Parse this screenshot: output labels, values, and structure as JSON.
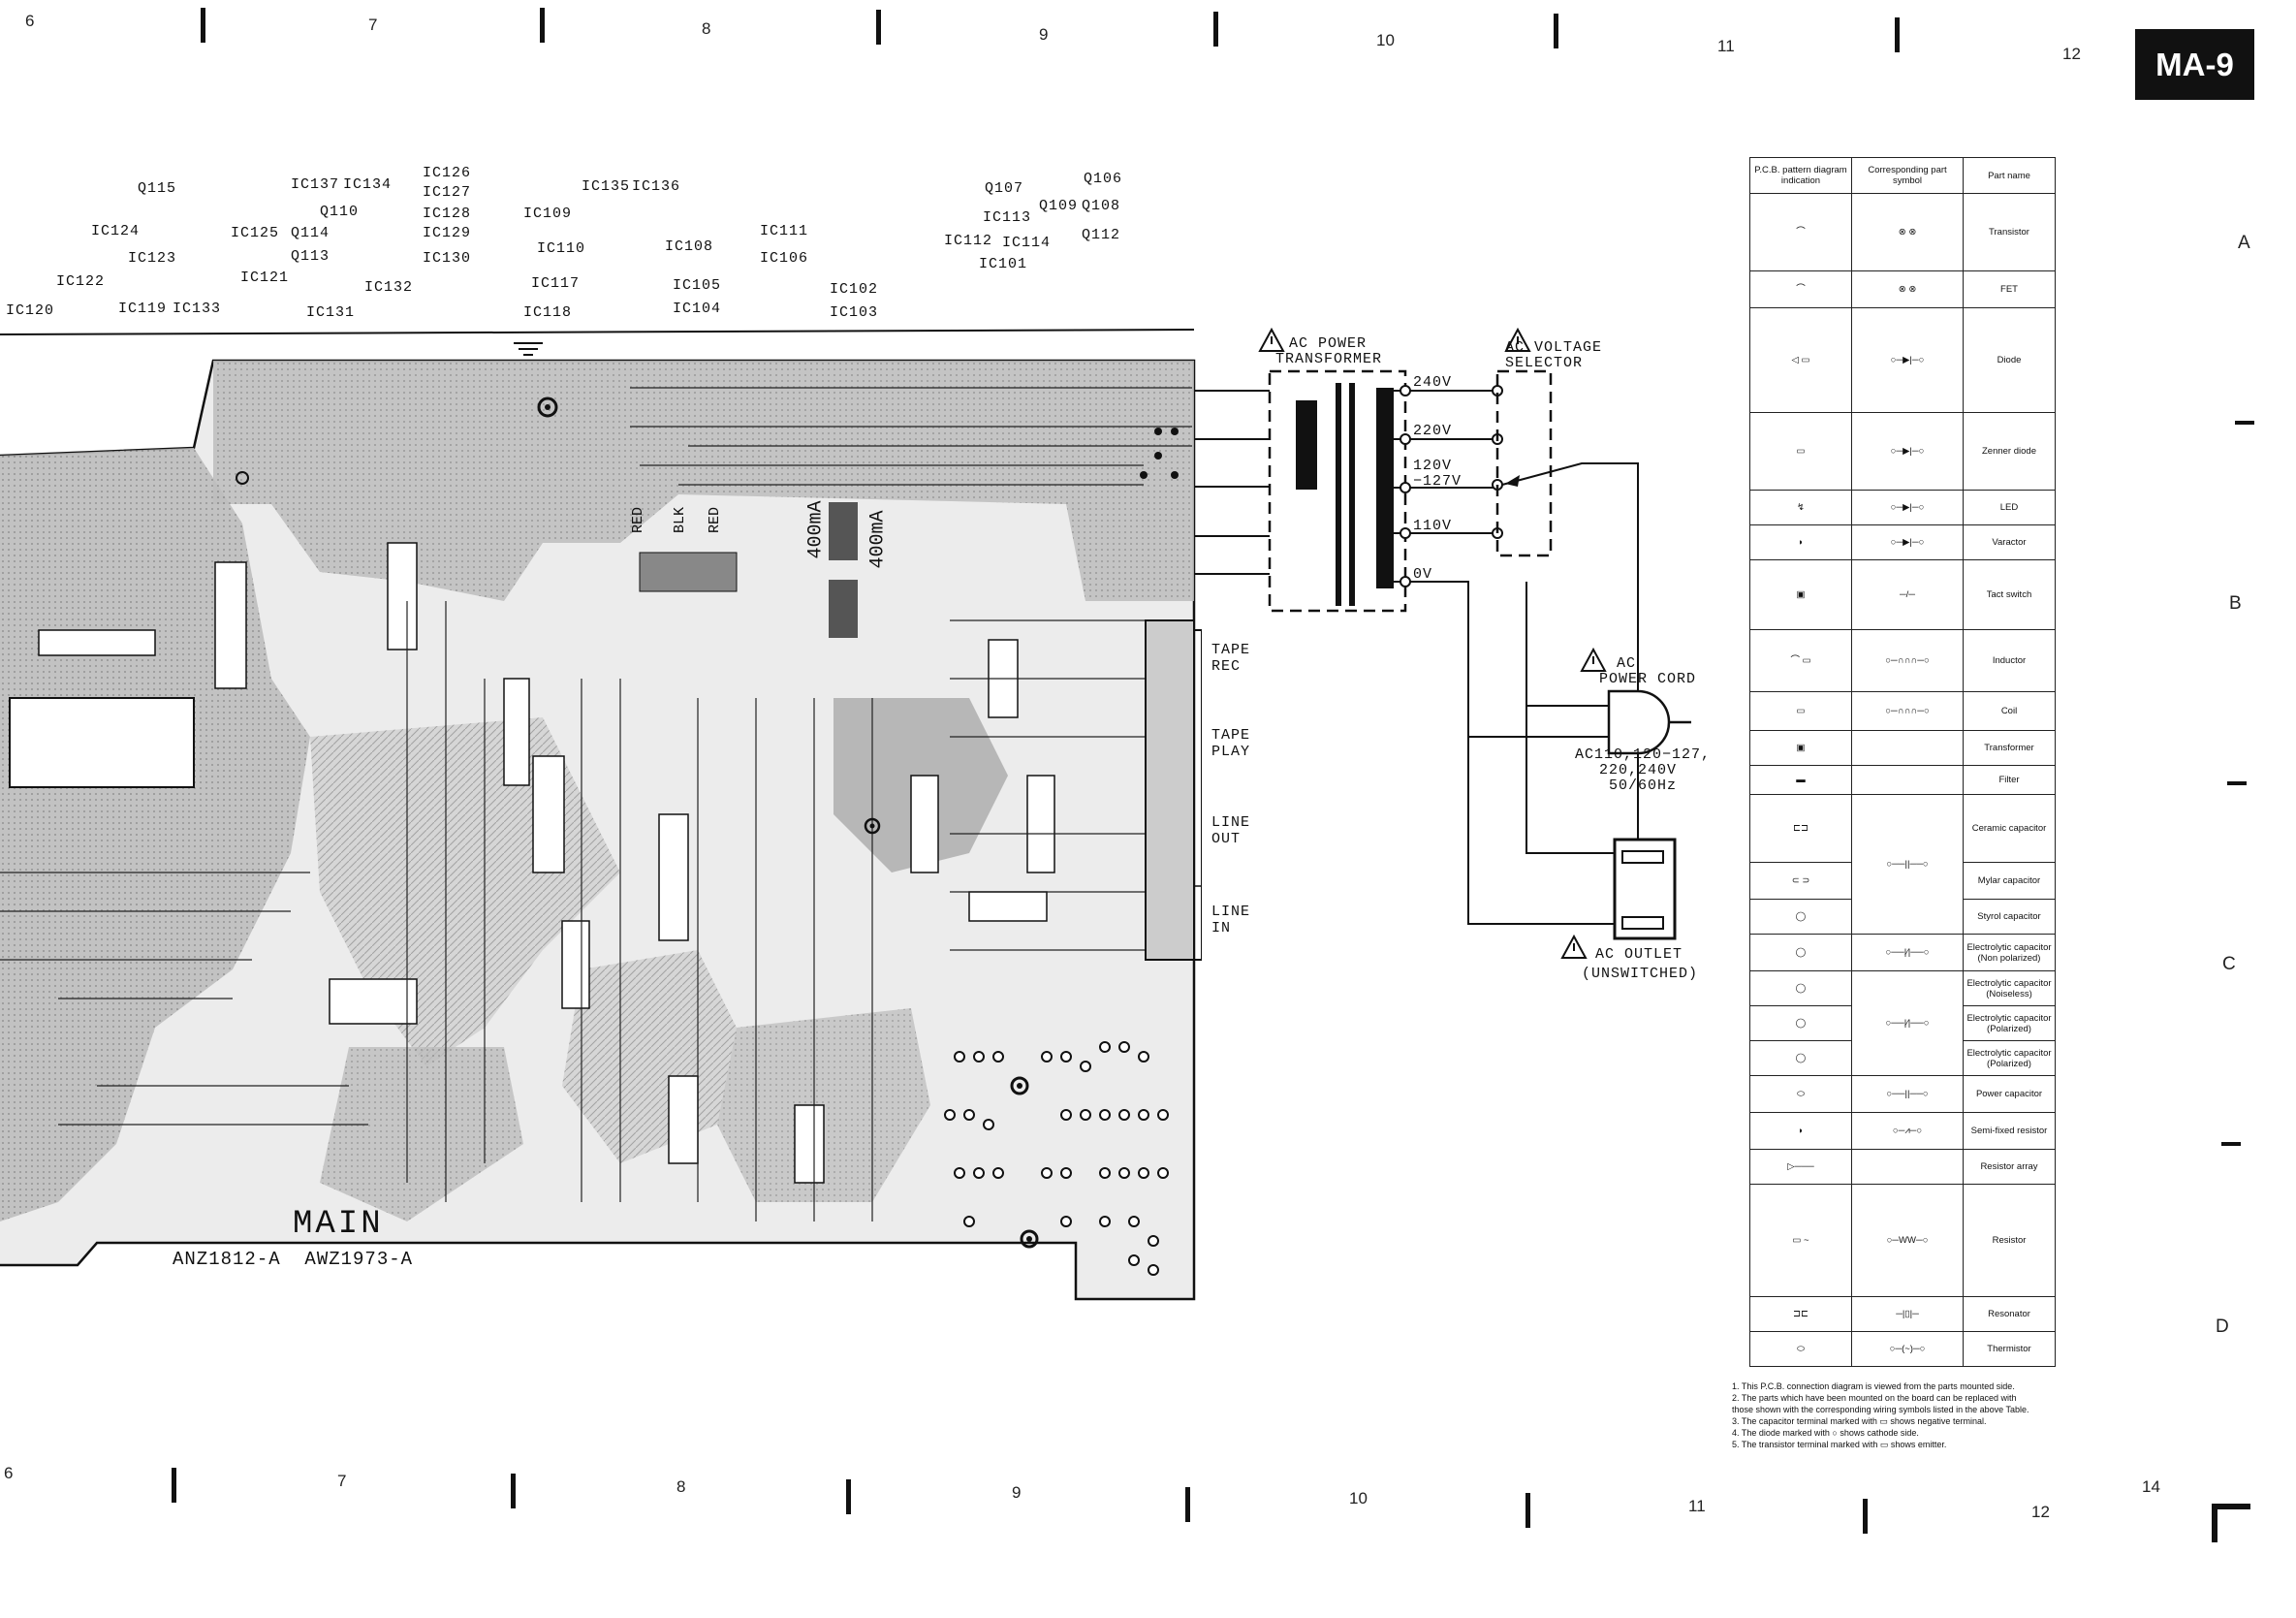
{
  "page_tab": "MA-9",
  "grid": {
    "columns_top": [
      "6",
      "7",
      "8",
      "9",
      "10",
      "11",
      "12"
    ],
    "columns_bottom": [
      "6",
      "7",
      "8",
      "9",
      "10",
      "11",
      "12"
    ],
    "rows": [
      "A",
      "B",
      "C",
      "D"
    ],
    "page_number": "14"
  },
  "ic_labels": [
    "Q115",
    "IC137",
    "IC134",
    "IC126",
    "IC127",
    "IC135",
    "IC136",
    "Q107",
    "Q106",
    "Q109",
    "Q108",
    "IC124",
    "IC125",
    "Q114",
    "Q110",
    "IC128",
    "IC129",
    "IC109",
    "IC113",
    "IC111",
    "Q112",
    "IC123",
    "Q113",
    "IC130",
    "IC110",
    "IC108",
    "IC112",
    "IC114",
    "IC106",
    "IC101",
    "IC122",
    "IC121",
    "IC132",
    "IC117",
    "IC105",
    "IC102",
    "IC120",
    "IC119",
    "IC133",
    "IC131",
    "IC118",
    "IC104",
    "IC103"
  ],
  "schematic": {
    "transformer_title_1": "AC POWER",
    "transformer_title_2": "TRANSFORMER",
    "selector_title_1": "AC VOLTAGE",
    "selector_title_2": "SELECTOR",
    "taps": [
      "240V",
      "220V",
      "120V",
      "−127V",
      "110V",
      "0V"
    ],
    "cord_title_1": "AC",
    "cord_title_2": "POWER CORD",
    "cord_spec_1": "AC110,120−127,",
    "cord_spec_2": "220,240V",
    "cord_spec_3": "50/60Hz",
    "outlet_title_1": "AC OUTLET",
    "outlet_title_2": "(UNSWITCHED)",
    "warning_symbol": "warning-triangle"
  },
  "jacks": [
    "TAPE\nREC",
    "TAPE\nPLAY",
    "LINE\nOUT",
    "LINE\nIN"
  ],
  "board": {
    "name": "MAIN",
    "part_numbers": "ANZ1812-A  AWZ1973-A",
    "wire_colors": [
      "RED",
      "BLK",
      "RED"
    ],
    "fuses": [
      "400mA",
      "400mA"
    ]
  },
  "legend": {
    "headers": [
      "P.C.B. pattern diagram indication",
      "Corresponding part symbol",
      "Part name"
    ],
    "parts": [
      "Transistor",
      "FET",
      "Diode",
      "Zenner diode",
      "LED",
      "Varactor",
      "Tact switch",
      "Inductor",
      "Coil",
      "Transformer",
      "Filter",
      "Ceramic capacitor",
      "Mylar capacitor",
      "Styrol capacitor",
      "Electrolytic capacitor (Non polarized)",
      "Electrolytic capacitor (Noiseless)",
      "Electrolytic capacitor (Polarized)",
      "Electrolytic capacitor (Polarized)",
      "Power capacitor",
      "Semi-fixed resistor",
      "Resistor array",
      "Resistor",
      "Resonator",
      "Thermistor"
    ]
  },
  "notes": [
    "1.  This P.C.B. connection diagram is viewed from the parts mounted side.",
    "2.  The parts which have been mounted on the board can be replaced with",
    "     those shown with the corresponding wiring symbols listed in the above Table.",
    "3.  The capacitor terminal marked with ▭ shows negative terminal.",
    "4.  The diode marked with ○ shows cathode side.",
    "5.  The transistor terminal marked with ▭ shows emitter."
  ]
}
